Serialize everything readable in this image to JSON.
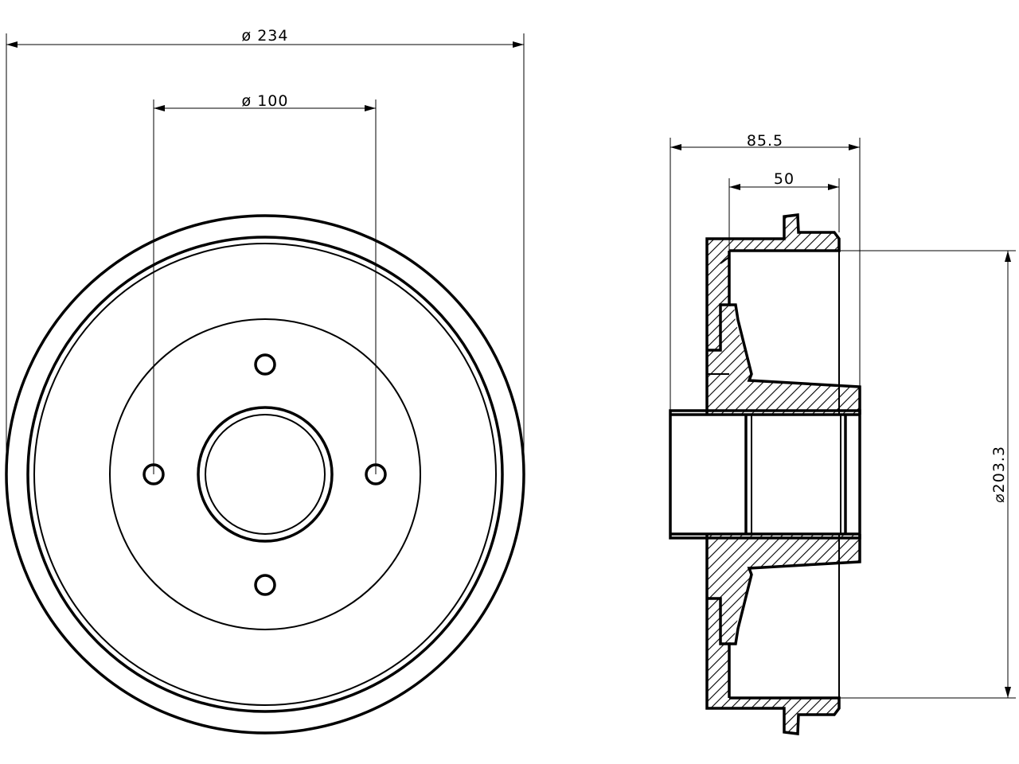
{
  "dimensions": {
    "outer_diameter": "ø 234",
    "bolt_circle": "ø 100",
    "overall_width": "85.5",
    "braking_width": "50",
    "inner_diameter": "⌀203.3"
  },
  "colors": {
    "line": "#000000",
    "background": "#ffffff"
  }
}
